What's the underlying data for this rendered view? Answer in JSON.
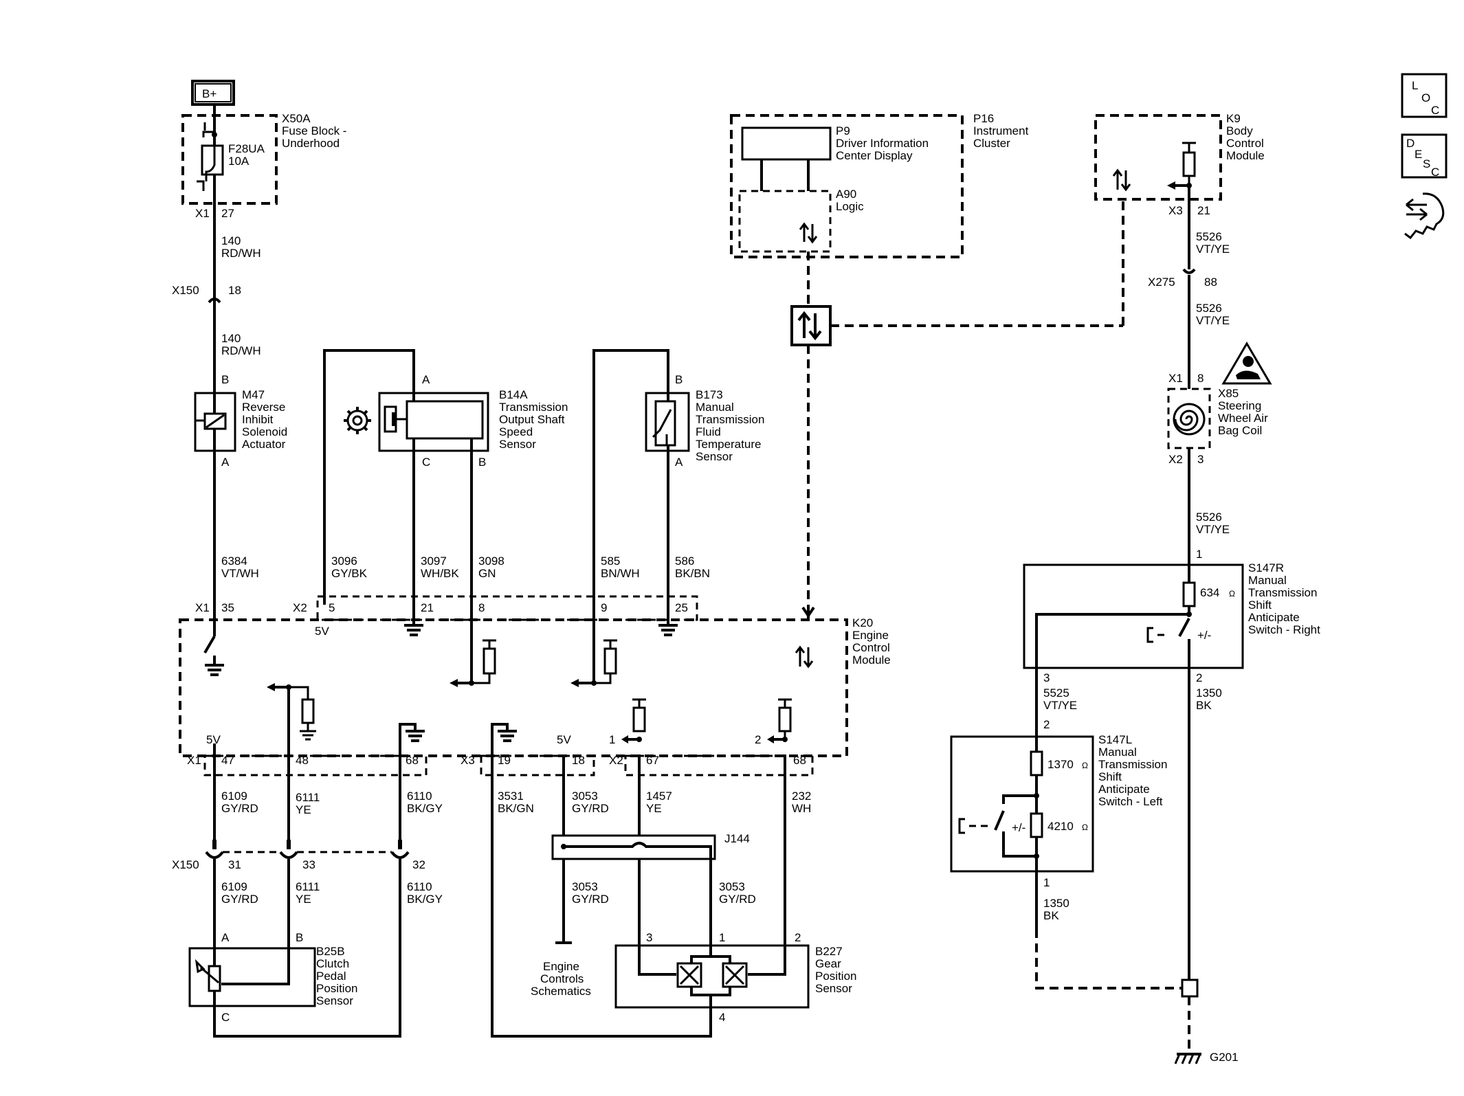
{
  "icons": {
    "loc": [
      "L",
      "O",
      "C"
    ],
    "desc": [
      "D",
      "E",
      "S",
      "C"
    ],
    "nav": "navigation-wrench-icon"
  },
  "battery": "B+",
  "x50a": {
    "ref": "X50A",
    "name": [
      "Fuse Block -",
      "Underhood"
    ],
    "fuse": [
      "F28UA",
      "10A"
    ],
    "conn": "X1",
    "pin": "27"
  },
  "wire140a": [
    "140",
    "RD/WH"
  ],
  "x150_top": {
    "conn": "X150",
    "pin": "18"
  },
  "wire140b": [
    "140",
    "RD/WH"
  ],
  "m47": {
    "ref": "M47",
    "name": [
      "Reverse",
      "Inhibit",
      "Solenoid",
      "Actuator"
    ],
    "pinB": "B",
    "pinA": "A"
  },
  "wire6384": [
    "6384",
    "VT/WH"
  ],
  "b14a": {
    "ref": "B14A",
    "name": [
      "Transmission",
      "Output Shaft",
      "Speed",
      "Sensor"
    ],
    "pinA": "A",
    "pinC": "C",
    "pinB": "B"
  },
  "b173": {
    "ref": "B173",
    "name": [
      "Manual",
      "Transmission",
      "Fluid",
      "Temperature",
      "Sensor"
    ],
    "pinB": "B",
    "pinA": "A"
  },
  "wire3096": [
    "3096",
    "GY/BK"
  ],
  "wire3097": [
    "3097",
    "WH/BK"
  ],
  "wire3098": [
    "3098",
    "GN"
  ],
  "wire585": [
    "585",
    "BN/WH"
  ],
  "wire586": [
    "586",
    "BK/BN"
  ],
  "k20": {
    "ref": "K20",
    "name": [
      "Engine",
      "Control",
      "Module"
    ],
    "x1top": {
      "conn": "X1",
      "pin": "35"
    },
    "x2top": {
      "conn": "X2",
      "pins": [
        "5",
        "21",
        "8",
        "9",
        "25"
      ]
    },
    "five_v": "5V",
    "x1bot": {
      "conn": "X1",
      "pins": [
        "47",
        "48",
        "68"
      ]
    },
    "x3bot": {
      "conn": "X3",
      "pins": [
        "19",
        "18"
      ]
    },
    "x2bot": {
      "conn": "X2",
      "pins": [
        "67",
        "68"
      ]
    },
    "arrow1": "1",
    "arrow2": "2"
  },
  "p16": {
    "ref": "P16",
    "name": [
      "Instrument",
      "Cluster"
    ]
  },
  "p9": {
    "ref": "P9",
    "name": [
      "Driver Information",
      "Center Display"
    ]
  },
  "a90": {
    "ref": "A90",
    "name": [
      "Logic"
    ]
  },
  "k9": {
    "ref": "K9",
    "name": [
      "Body",
      "Control",
      "Module"
    ],
    "conn": "X3",
    "pin": "21"
  },
  "wire5526a": [
    "5526",
    "VT/YE"
  ],
  "x275": {
    "conn": "X275",
    "pin": "88"
  },
  "wire5526b": [
    "5526",
    "VT/YE"
  ],
  "x85": {
    "ref": "X85",
    "name": [
      "Steering",
      "Wheel Air",
      "Bag Coil"
    ],
    "c1": "X1",
    "p1": "8",
    "c2": "X2",
    "p2": "3"
  },
  "wire5526c": [
    "5526",
    "VT/YE"
  ],
  "s147r": {
    "ref": "S147R",
    "name": [
      "Manual",
      "Transmission",
      "Shift",
      "Anticipate",
      "Switch - Right"
    ],
    "res": "634",
    "pin1": "1",
    "pin3": "3",
    "pin2": "2"
  },
  "wire5525": [
    "5525",
    "VT/YE"
  ],
  "wire1350a": [
    "1350",
    "BK"
  ],
  "s147l": {
    "ref": "S147L",
    "name": [
      "Manual",
      "Transmission",
      "Shift",
      "Anticipate",
      "Switch - Left"
    ],
    "res1": "1370",
    "res2": "4210",
    "pin2": "2",
    "pin1": "1"
  },
  "wire1350b": [
    "1350",
    "BK"
  ],
  "g201": "G201",
  "wire6109a": [
    "6109",
    "GY/RD"
  ],
  "wire6111a": [
    "6111",
    "YE"
  ],
  "wire6110a": [
    "6110",
    "BK/GY"
  ],
  "wire3531": [
    "3531",
    "BK/GN"
  ],
  "wire3053a": [
    "3053",
    "GY/RD"
  ],
  "wire1457": [
    "1457",
    "YE"
  ],
  "wire232": [
    "232",
    "WH"
  ],
  "j144": "J144",
  "x150_bot": {
    "conn": "X150",
    "pins": [
      "31",
      "33",
      "32"
    ]
  },
  "wire6109b": [
    "6109",
    "GY/RD"
  ],
  "wire6111b": [
    "6111",
    "YE"
  ],
  "wire6110b": [
    "6110",
    "BK/GY"
  ],
  "wire3053b": [
    "3053",
    "GY/RD"
  ],
  "wire3053c": [
    "3053",
    "GY/RD"
  ],
  "b25b": {
    "ref": "B25B",
    "name": [
      "Clutch",
      "Pedal",
      "Position",
      "Sensor"
    ],
    "pinA": "A",
    "pinB": "B",
    "pinC": "C"
  },
  "ecs": [
    "Engine",
    "Controls",
    "Schematics"
  ],
  "b227": {
    "ref": "B227",
    "name": [
      "Gear",
      "Position",
      "Sensor"
    ],
    "pin3": "3",
    "pin1": "1",
    "pin2": "2",
    "pin4": "4"
  },
  "ohm": "Ω",
  "sw_sym": "+/-"
}
